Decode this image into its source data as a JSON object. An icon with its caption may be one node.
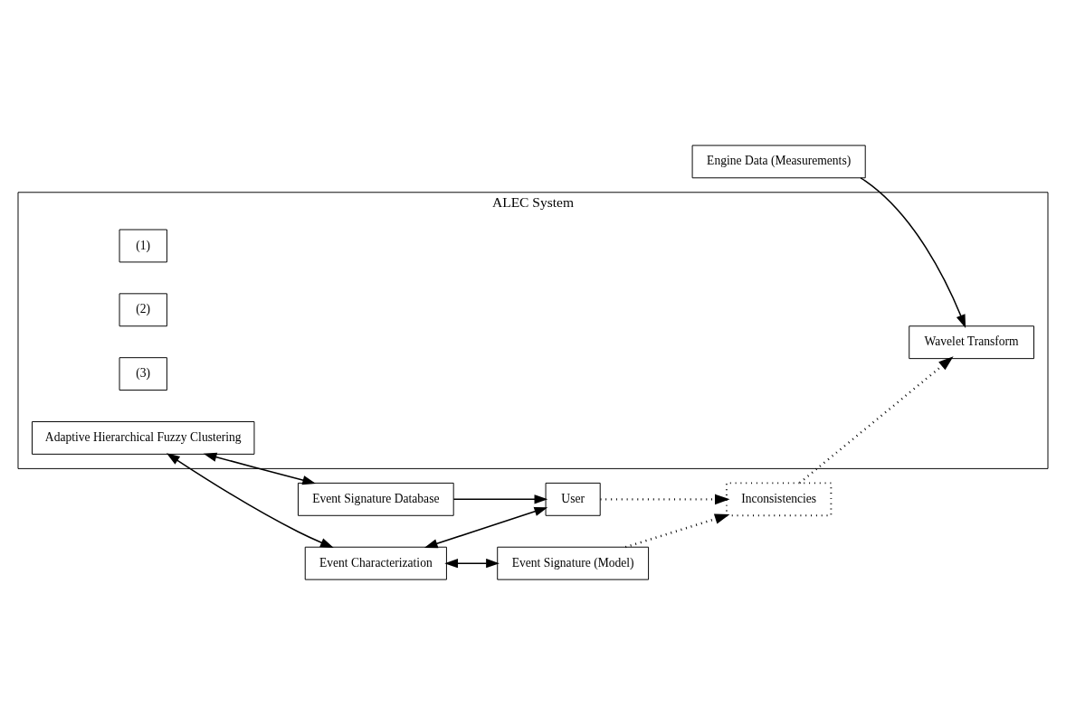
{
  "diagram": {
    "nodes": [
      {
        "text": [
          "Engine Data (Measurements)"
        ]
      },
      {
        "text": [
          "ALEC System"
        ]
      },
      {
        "text": [
          "Wavelet Transform"
        ],
        "in": 1
      },
      {
        "text": [
          "(1)"
        ],
        "in": 1
      },
      {
        "text": [
          "(2)"
        ],
        "in": 1
      },
      {
        "text": [
          "(3)"
        ],
        "in": 1
      },
      {
        "text": [
          "Adaptive Hierarchical Fuzzy Clustering"
        ],
        "in": 1
      },
      {
        "text": [
          "Event Signature Database"
        ]
      },
      {
        "text": [
          "Event Characterization"
        ]
      },
      {
        "text": [
          "User"
        ]
      },
      {
        "text": [
          "Event Signature (Model)"
        ]
      },
      {
        "text": [
          "Inconsistencies"
        ]
      }
    ],
    "edges": [
      {
        "from": 0,
        "to": 2,
        "arrow": "to"
      },
      {
        "from": 6,
        "to": 7,
        "arrow": "both"
      },
      {
        "from": 6,
        "to": 8,
        "arrow": "both"
      },
      {
        "from": 7,
        "to": 9,
        "arrow": "to"
      },
      {
        "from": 8,
        "to": 9,
        "arrow": "both"
      },
      {
        "from": 8,
        "to": 10,
        "arrow": "both"
      },
      {
        "from": 9,
        "to": 11,
        "arrow": "to",
        "style": "dashed"
      },
      {
        "from": 10,
        "to": 11,
        "arrow": "to",
        "style": "dashed"
      },
      {
        "from": 11,
        "to": 2,
        "arrow": "to",
        "style": "dashed"
      }
    ]
  }
}
